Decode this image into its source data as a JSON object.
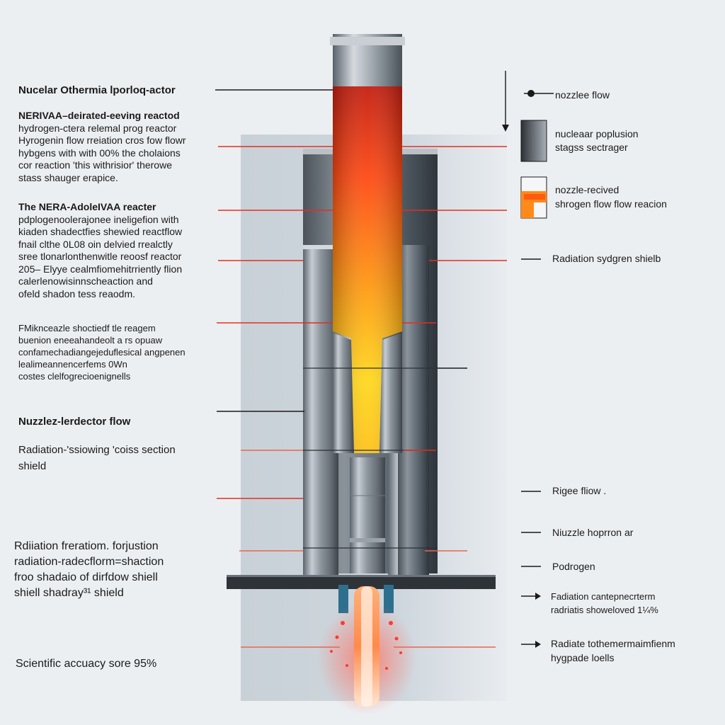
{
  "left": {
    "title": "Nucelar Othermia lporloq-actor",
    "para1": [
      "NERIVAA–deirated-eeving reactod",
      "hydrogen-ctera relemal prog reactor",
      "Hyrogenin flow rreiation cros fow flowr",
      "hybgens with with 00% the cholaions",
      "cor reaction 'this withrisior' therowe",
      "stass shauger erapice."
    ],
    "para2": [
      "The NERA-AdoleIVAA reacter",
      "pdplogenoolerajonee ineligefion with",
      "kiaden shadectfies shewied reactflow",
      "fnail clthe 0L08 oin delvied rrealctly",
      "sree tlonarlonthenwitle reoosf reactor",
      "205– Elyye cealmfiomehitrriently flion",
      "calerlenowisinnscheaction and",
      "ofeld shadon tess reaodm."
    ],
    "para3": [
      "FMiknceazle shoctiedf tle reagem",
      "buenion eneeahandeolt a rs opuaw",
      "confamechadiangejeduflesical angpenen",
      "lealimeannencerfems 0Wn",
      "costes clelfogrecioenignells"
    ],
    "nozzle_flow": "Nuzzlez-lerdector flow",
    "radiation_section": [
      "Radiation-'ssiowing 'coiss section",
      "shield"
    ],
    "shield_block": [
      "Rdiiation freratiom. forjustion",
      "radiation-radecflorm=shaction",
      "froo shadaio of dirfdow shiell",
      "shiell  shadray³¹ shield"
    ],
    "score": "Scientific accuacy sore 95%"
  },
  "right": {
    "legend_nozzle": "nozzlee flow",
    "legend_propulsion": [
      "nucleaar poplusion",
      "stagss sectrager"
    ],
    "legend_received": [
      "nozzle-recived",
      "shrogen flow flow reacion"
    ],
    "radiation_shield": "Radiation sydgren shielb",
    "rigee_flow": "Rigee fliow .",
    "nozzle_horon": "Niuzzle hoprron ar",
    "podrogen": "Podrogen",
    "radiation_cam": [
      "Fadiation cantepnecrterm",
      "radriatis showeloved 1¼%"
    ],
    "radiate": [
      "Radiate tothemermaimfienm",
      "hygpade loells"
    ]
  },
  "colors": {
    "background": "#eceff2",
    "hot_core": "#ff3a10",
    "mid_core": "#ff9a10",
    "yellow_core": "#ffd820",
    "steel": "#7f8790",
    "line_red": "#e03020"
  }
}
